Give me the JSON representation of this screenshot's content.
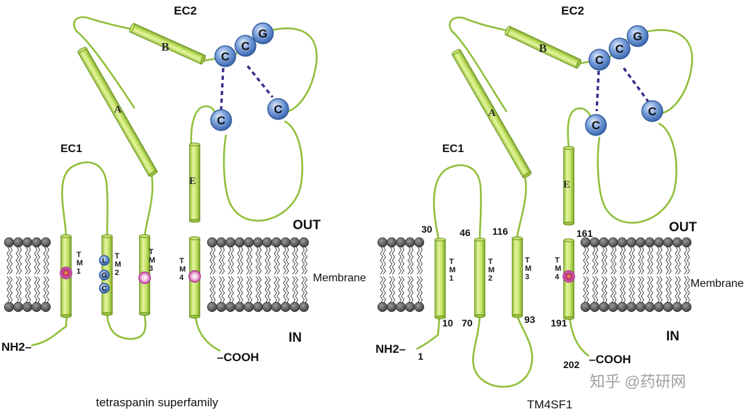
{
  "left_panel": {
    "caption": "tetraspanin superfamily",
    "ec1": "EC1",
    "ec2": "EC2",
    "out": "OUT",
    "in": "IN",
    "nterm": "NH2–",
    "cterm": "–COOH",
    "helices": [
      "A",
      "B",
      "E"
    ],
    "tm_labels": [
      [
        "T",
        "M",
        "1"
      ],
      [
        "T",
        "M",
        "2"
      ],
      [
        "T",
        "M",
        "3"
      ],
      [
        "T",
        "M",
        "4"
      ]
    ],
    "tm2_residues": [
      "L",
      "G",
      "C"
    ],
    "ec2_residues": [
      "C",
      "C",
      "G",
      "C",
      "C"
    ]
  },
  "right_panel": {
    "caption": "TM4SF1",
    "ec1": "EC1",
    "ec2": "EC2",
    "out": "OUT",
    "in": "IN",
    "membrane": "Membrane",
    "nterm": "NH2–",
    "cterm": "–COOH",
    "helices": [
      "A",
      "B",
      "E"
    ],
    "tm_labels": [
      [
        "T",
        "M",
        "1"
      ],
      [
        "T",
        "M",
        "2"
      ],
      [
        "T",
        "M",
        "3"
      ],
      [
        "T",
        "M",
        "4"
      ]
    ],
    "ec2_residues": [
      "C",
      "C",
      "G",
      "C",
      "C"
    ],
    "residue_numbers": [
      "1",
      "10",
      "30",
      "46",
      "70",
      "93",
      "116",
      "161",
      "191",
      "202"
    ]
  },
  "membrane_label_center": "Membrane",
  "watermark": "知乎 @药研网",
  "colors": {
    "helix_light": "#d9f08f",
    "helix_dark": "#7aa528",
    "loop": "#8fbf3a",
    "lipid_head": "#555555",
    "residue_blue": "#4f7fc6",
    "disulfide": "#3b2a8a",
    "marker_pink": "#d04ea8"
  }
}
